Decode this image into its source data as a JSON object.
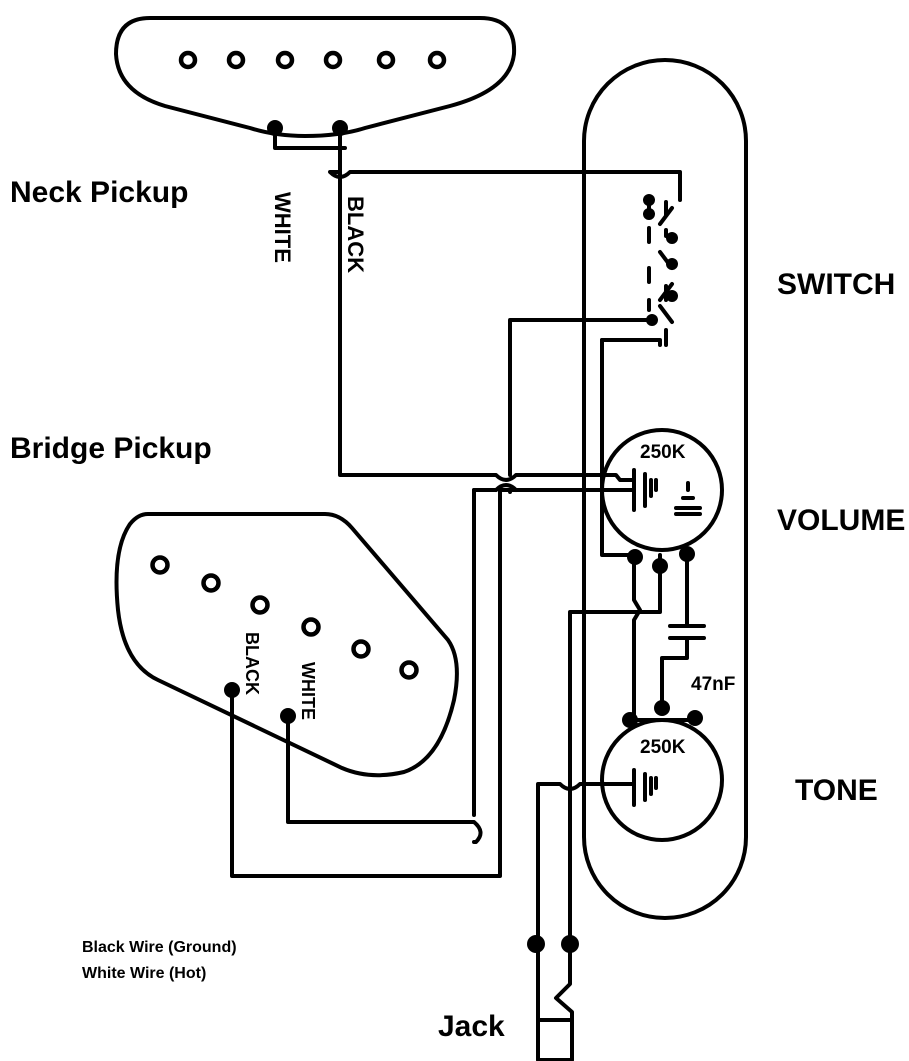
{
  "labels": {
    "neck_pickup": "Neck Pickup",
    "bridge_pickup": "Bridge Pickup",
    "switch": "SWITCH",
    "volume": "VOLUME",
    "tone": "TONE",
    "jack": "Jack"
  },
  "wire_labels": {
    "neck_white": "WHITE",
    "neck_black": "BLACK",
    "bridge_black": "BLACK",
    "bridge_white": "WHITE"
  },
  "components": {
    "volume_pot_value": "250K",
    "tone_pot_value": "250K",
    "capacitor_value": "47nF"
  },
  "legend": {
    "black_wire": "Black Wire (Ground)",
    "white_wire": "White Wire (Hot)"
  }
}
